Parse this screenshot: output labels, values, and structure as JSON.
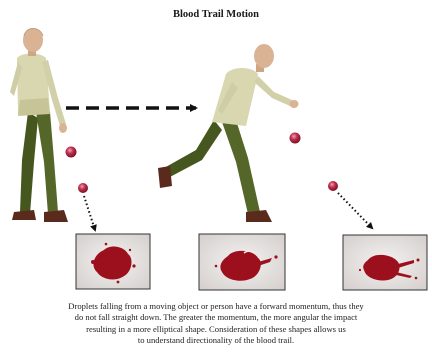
{
  "figure": {
    "title": "Blood Trail Motion",
    "caption_lines": [
      "Droplets falling from a moving object or person have a forward momentum, thus they",
      "do not fall straight down. The greater the momentum, the more angular the impact",
      "resulting in a more elliptical shape. Consideration of these shapes allows us",
      "to understand directionality of the blood trail."
    ]
  },
  "colors": {
    "skin": "#d9b394",
    "shirt": "#d8d7b0",
    "pants": "#4f5f2a",
    "shoes": "#5a2a1c",
    "droplet": "#b82842",
    "blood": "#9c0f1c",
    "arrow": "#111111"
  },
  "icons": [
    "walking-man-figure",
    "running-man-figure",
    "blood-droplet",
    "blood-stain-photo"
  ]
}
